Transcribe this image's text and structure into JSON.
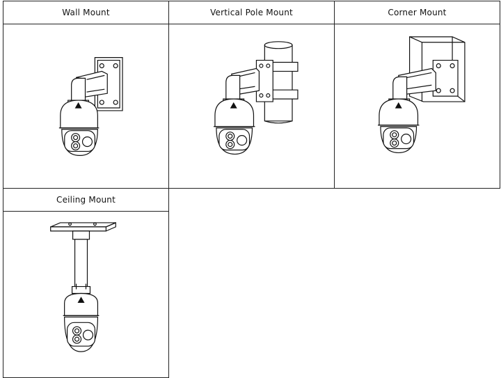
{
  "mounts": [
    {
      "label": "Wall Mount"
    },
    {
      "label": "Vertical Pole Mount"
    },
    {
      "label": "Corner Mount"
    },
    {
      "label": "Ceiling Mount"
    }
  ]
}
